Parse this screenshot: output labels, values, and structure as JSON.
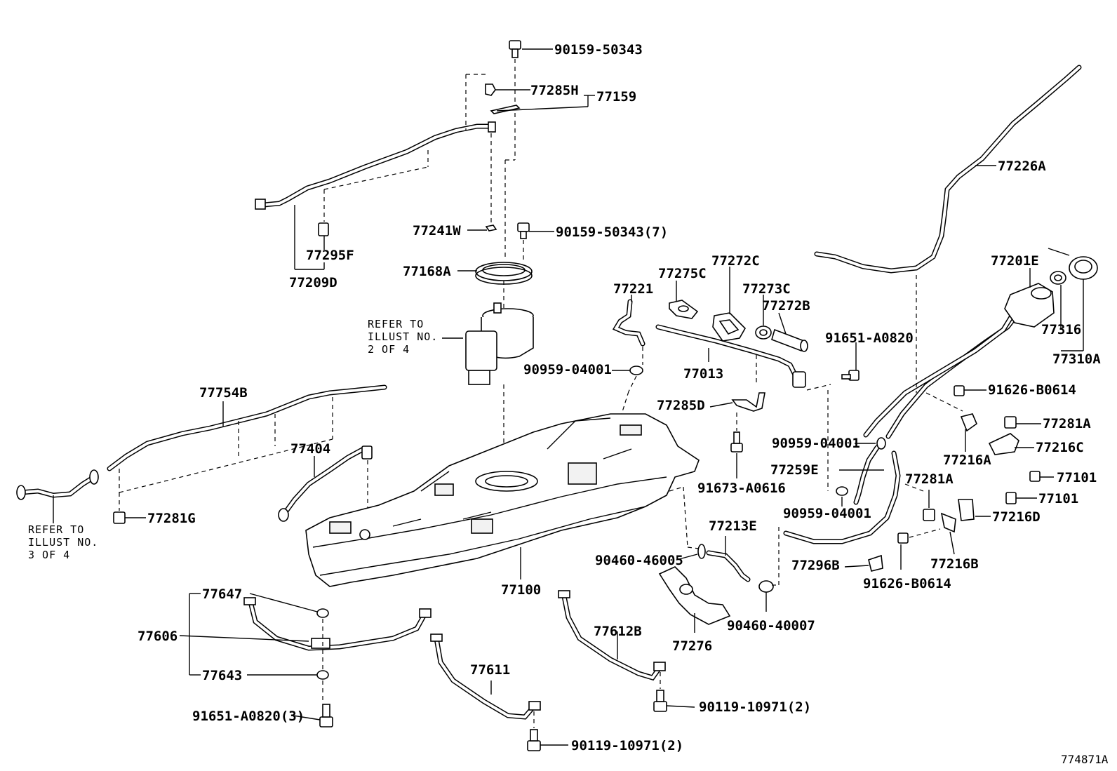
{
  "diagram_id": "774871A",
  "refer_notes": {
    "illust2": [
      "REFER TO",
      "ILLUST NO.",
      "2 OF 4"
    ],
    "illust3": [
      "REFER TO",
      "ILLUST NO.",
      "3 OF 4"
    ]
  },
  "labels": {
    "l90159_50343": "90159-50343",
    "l77285H": "77285H",
    "l77159": "77159",
    "l77226A": "77226A",
    "l77241W": "77241W",
    "l90159_50343_7": "90159-50343(7)",
    "l77295F": "77295F",
    "l77209D": "77209D",
    "l77168A": "77168A",
    "l77275C": "77275C",
    "l77272C": "77272C",
    "l77273C": "77273C",
    "l77272B": "77272B",
    "l77221": "77221",
    "l77201E": "77201E",
    "l77316": "77316",
    "l77310A": "77310A",
    "l91651_A0820": "91651-A0820",
    "l90959_04001_a": "90959-04001",
    "l77013": "77013",
    "l91626_B0614_a": "91626-B0614",
    "l77754B": "77754B",
    "l77285D": "77285D",
    "l77281A_a": "77281A",
    "l77216C": "77216C",
    "l77404": "77404",
    "l90959_04001_b": "90959-04001",
    "l77216A": "77216A",
    "l77259E": "77259E",
    "l77101_a": "77101",
    "l91673_A0616": "91673-A0616",
    "l77281A_b": "77281A",
    "l77101_b": "77101",
    "l77281G": "77281G",
    "l90959_04001_c": "90959-04001",
    "l77216D": "77216D",
    "l77213E": "77213E",
    "l90460_46005": "90460-46005",
    "l77296B": "77296B",
    "l77216B": "77216B",
    "l77100": "77100",
    "l91626_B0614_b": "91626-B0614",
    "l77647": "77647",
    "l77612B": "77612B",
    "l90460_40007": "90460-40007",
    "l77606": "77606",
    "l77276": "77276",
    "l77611": "77611",
    "l77643": "77643",
    "l90119_10971_a": "90119-10971(2)",
    "l91651_A0820_3": "91651-A0820(3)",
    "l90119_10971_b": "90119-10971(2)"
  }
}
